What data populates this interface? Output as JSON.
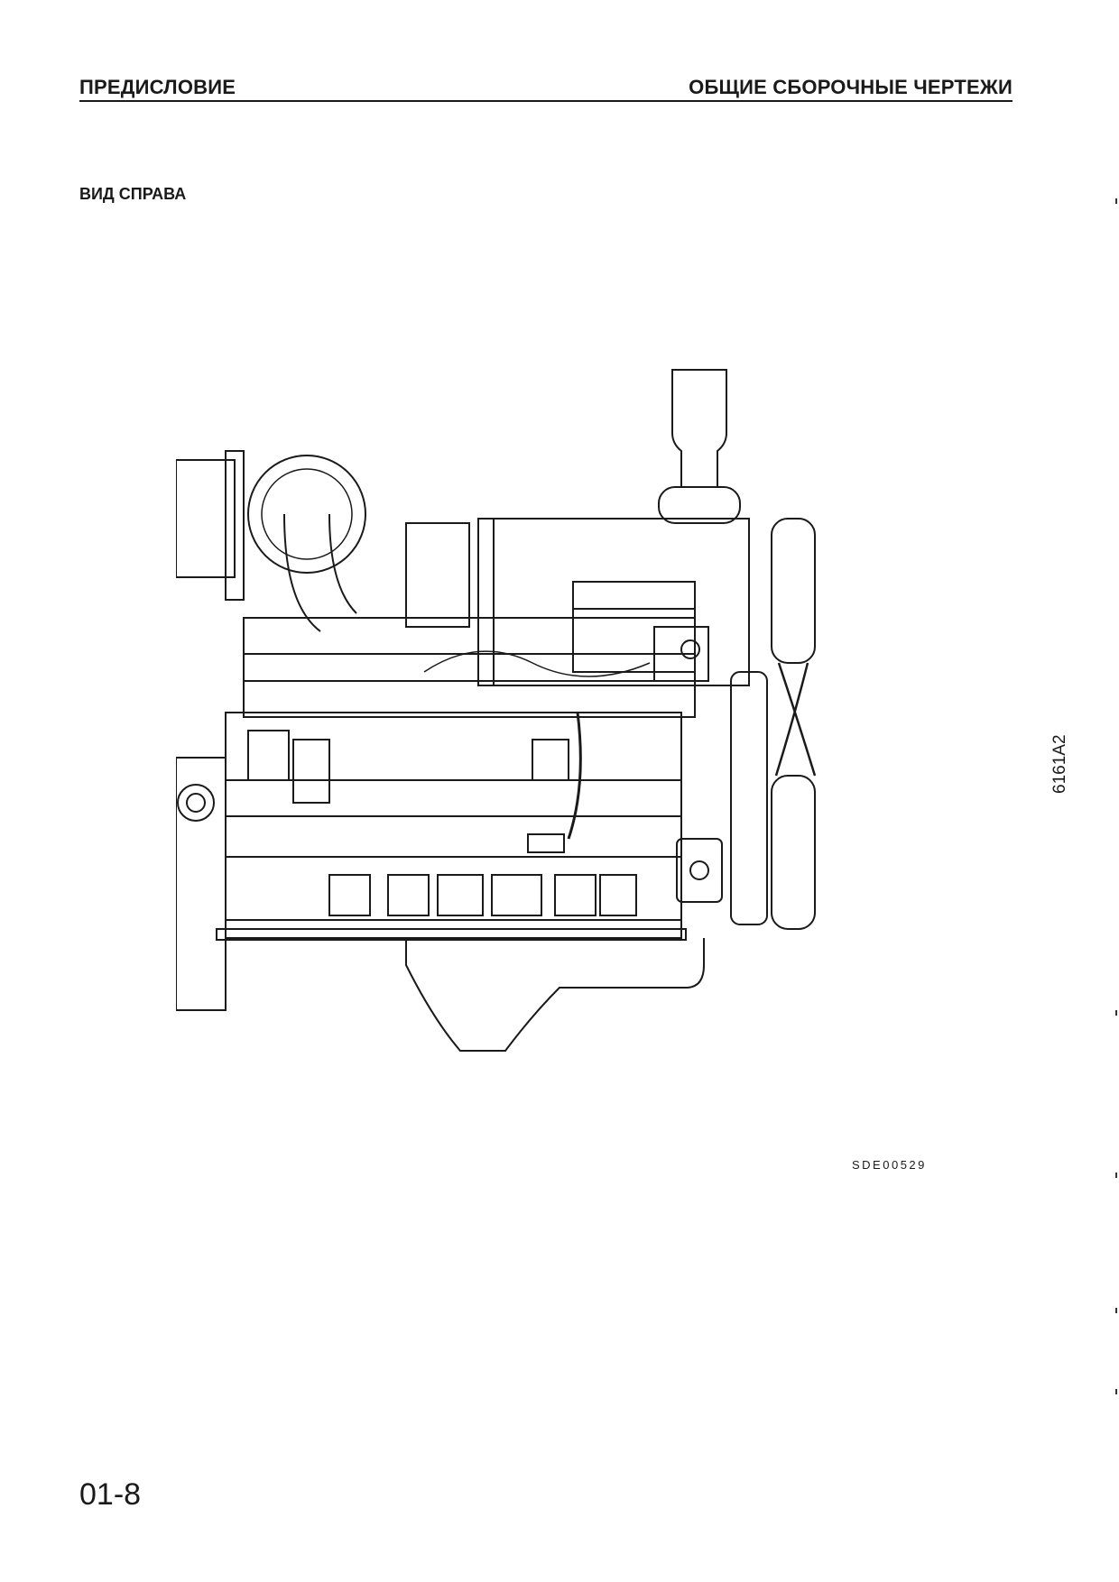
{
  "header": {
    "left": "ПРЕДИСЛОВИЕ",
    "right": "ОБЩИЕ СБОРОЧНЫЕ ЧЕРТЕЖИ"
  },
  "section_title": "ВИД СПРАВА",
  "figure": {
    "code": "SDE00529",
    "side_code": "6161A2",
    "icon": "engine-right-view-drawing"
  },
  "page_number": "01-8"
}
